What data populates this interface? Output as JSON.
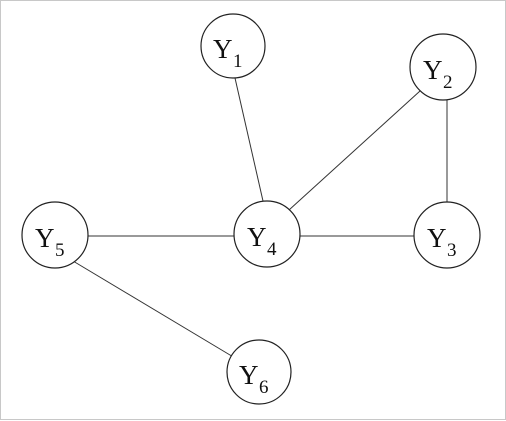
{
  "graph": {
    "nodes": [
      {
        "id": "Y1",
        "label": "Y",
        "subscript": "1"
      },
      {
        "id": "Y2",
        "label": "Y",
        "subscript": "2"
      },
      {
        "id": "Y3",
        "label": "Y",
        "subscript": "3"
      },
      {
        "id": "Y4",
        "label": "Y",
        "subscript": "4"
      },
      {
        "id": "Y5",
        "label": "Y",
        "subscript": "5"
      },
      {
        "id": "Y6",
        "label": "Y",
        "subscript": "6"
      }
    ],
    "edges": [
      {
        "from": "Y1",
        "to": "Y4"
      },
      {
        "from": "Y2",
        "to": "Y4"
      },
      {
        "from": "Y2",
        "to": "Y3"
      },
      {
        "from": "Y4",
        "to": "Y3"
      },
      {
        "from": "Y5",
        "to": "Y4"
      },
      {
        "from": "Y5",
        "to": "Y6"
      }
    ]
  }
}
